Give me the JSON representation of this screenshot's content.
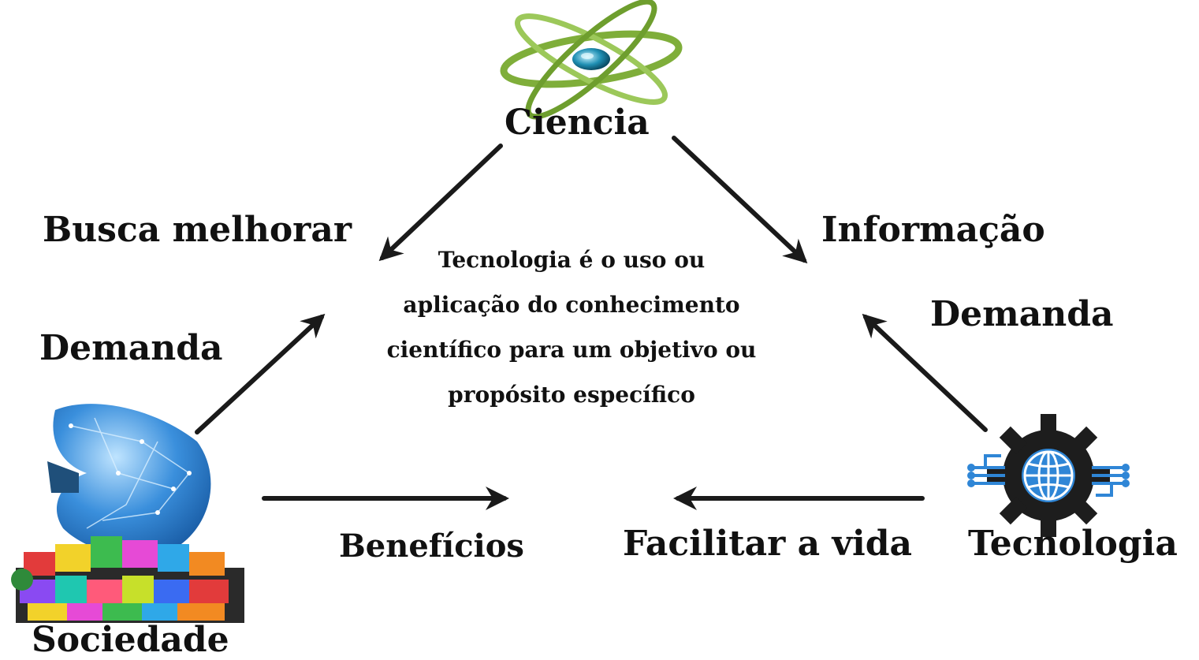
{
  "nodes": {
    "ciencia": "Ciencia",
    "sociedade": "Sociedade",
    "tecnologia": "Tecnologia"
  },
  "edges": {
    "busca_melhorar": "Busca melhorar",
    "informacao": "Informação",
    "demanda_left": "Demanda",
    "demanda_right": "Demanda",
    "beneficios": "Benefícios",
    "facilitar": "Facilitar a vida"
  },
  "definition": {
    "lines": [
      "Tecnologia é o uso ou",
      "aplicação do conhecimento",
      "científico para um  objetivo ou",
      "propósito  específico"
    ]
  },
  "icons": {
    "ciencia": "atom-icon",
    "sociedade": "globe-city-icon",
    "tecnologia": "gear-globe-circuit-icon"
  },
  "colors": {
    "text": "#111111",
    "arrow": "#1a1a1a",
    "atom_green": "#7fae3a",
    "atom_nucleus": "#1f8fb3",
    "globe_blue": "#3a8fdc",
    "gear_dark": "#1d1d1d",
    "circuit_blue": "#2f86d6"
  }
}
